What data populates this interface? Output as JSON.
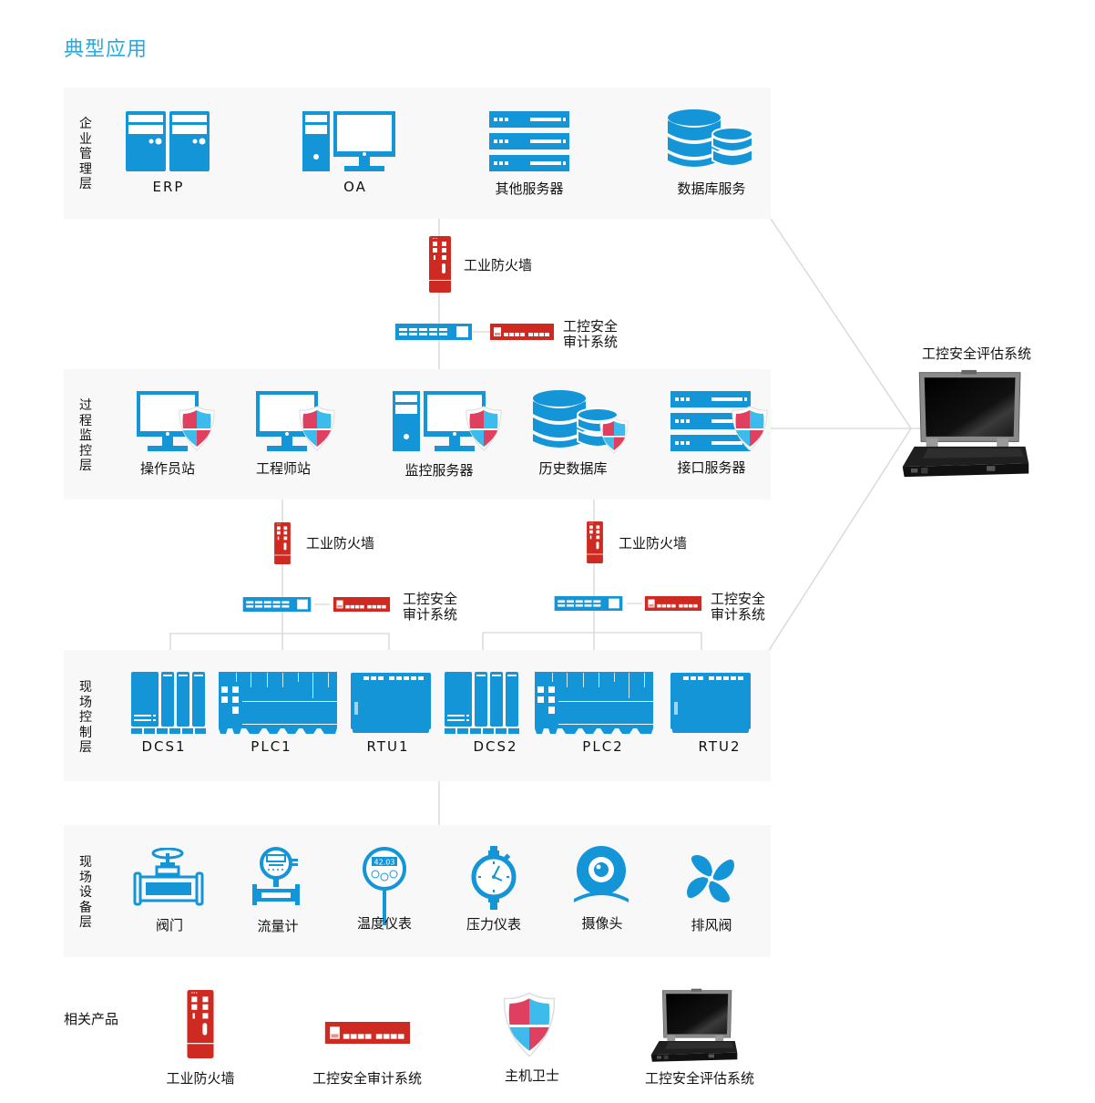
{
  "title": "典型应用",
  "colors": {
    "accent": "#27a9e1",
    "device_blue": "#1495d8",
    "device_red": "#cf2a21",
    "shield_red": "#e0405f",
    "shield_blue": "#3dbbec",
    "panel_bg": "#f8f8f8",
    "line": "#d6d6d6"
  },
  "layers": {
    "enterprise": {
      "label": "企业管理层",
      "items": [
        {
          "label": "ERP",
          "icon": "dual-server-tower-icon"
        },
        {
          "label": "OA",
          "icon": "desktop-computer-icon"
        },
        {
          "label": "其他服务器",
          "icon": "rack-server-icon"
        },
        {
          "label": "数据库服务",
          "icon": "database-icon"
        }
      ]
    },
    "process": {
      "label": "过程监控层",
      "items": [
        {
          "label": "操作员站",
          "icon": "monitor-shield-icon"
        },
        {
          "label": "工程师站",
          "icon": "monitor-shield-icon"
        },
        {
          "label": "监控服务器",
          "icon": "server-monitor-shield-icon"
        },
        {
          "label": "历史数据库",
          "icon": "database-shield-icon"
        },
        {
          "label": "接口服务器",
          "icon": "rack-server-shield-icon"
        }
      ]
    },
    "control": {
      "label": "现场控制层",
      "items": [
        {
          "label": "DCS1",
          "icon": "dcs-icon"
        },
        {
          "label": "PLC1",
          "icon": "plc-icon"
        },
        {
          "label": "RTU1",
          "icon": "rtu-icon"
        },
        {
          "label": "DCS2",
          "icon": "dcs-icon"
        },
        {
          "label": "PLC2",
          "icon": "plc-icon"
        },
        {
          "label": "RTU2",
          "icon": "rtu-icon"
        }
      ]
    },
    "field": {
      "label": "现场设备层",
      "items": [
        {
          "label": "阀门",
          "icon": "valve-icon"
        },
        {
          "label": "流量计",
          "icon": "flow-meter-icon"
        },
        {
          "label": "温度仪表",
          "icon": "temperature-gauge-icon",
          "display": "42.03"
        },
        {
          "label": "压力仪表",
          "icon": "pressure-gauge-icon"
        },
        {
          "label": "摄像头",
          "icon": "camera-icon"
        },
        {
          "label": "排风阀",
          "icon": "fan-icon"
        }
      ]
    }
  },
  "security": {
    "firewall_label": "工业防火墙",
    "audit_label_line1": "工控安全",
    "audit_label_line2": "审计系统"
  },
  "evaluator": {
    "label": "工控安全评估系统"
  },
  "related": {
    "label": "相关产品",
    "items": [
      {
        "label": "工业防火墙",
        "icon": "firewall-icon"
      },
      {
        "label": "工控安全审计系统",
        "icon": "audit-appliance-icon"
      },
      {
        "label": "主机卫士",
        "icon": "shield-icon"
      },
      {
        "label": "工控安全评估系统",
        "icon": "laptop-icon"
      }
    ]
  }
}
